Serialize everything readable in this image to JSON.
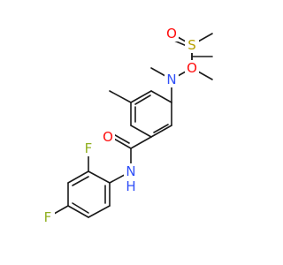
{
  "atom_labels": {
    "oxygen_amide": "O",
    "nitrogen_amide": "N",
    "hydrogen_amide": "H",
    "nitrogen_sulfonamide": "N",
    "sulfur": "S",
    "oxygen_sulfonyl_left": "O",
    "oxygen_sulfonyl_bottom": "O",
    "fluorine_ortho": "F",
    "fluorine_para": "F"
  },
  "colors": {
    "bond": "#1a1a1a",
    "oxygen": "#ff0d0d",
    "nitrogen": "#3050f8",
    "sulfur": "#b8a000",
    "fluorine": "#90b020"
  }
}
